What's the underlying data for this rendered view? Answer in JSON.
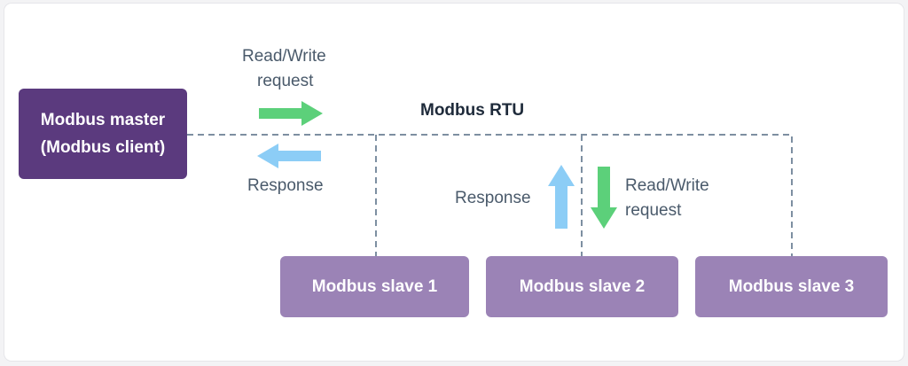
{
  "master": {
    "line1": "Modbus master",
    "line2": "(Modbus client)"
  },
  "bus": {
    "label": "Modbus RTU"
  },
  "top_request": {
    "line1": "Read/Write",
    "line2": "request"
  },
  "top_response": {
    "label": "Response"
  },
  "slave_response": {
    "label": "Response"
  },
  "slave_request": {
    "line1": "Read/Write",
    "line2": "request"
  },
  "slaves": [
    "Modbus slave 1",
    "Modbus slave 2",
    "Modbus slave 3"
  ],
  "colors": {
    "master": "#5b3a7e",
    "slave": "#9b83b6",
    "request_arrow": "#5cd07a",
    "response_arrow": "#8ccdf6",
    "bus_line": "#7d8fa1"
  }
}
